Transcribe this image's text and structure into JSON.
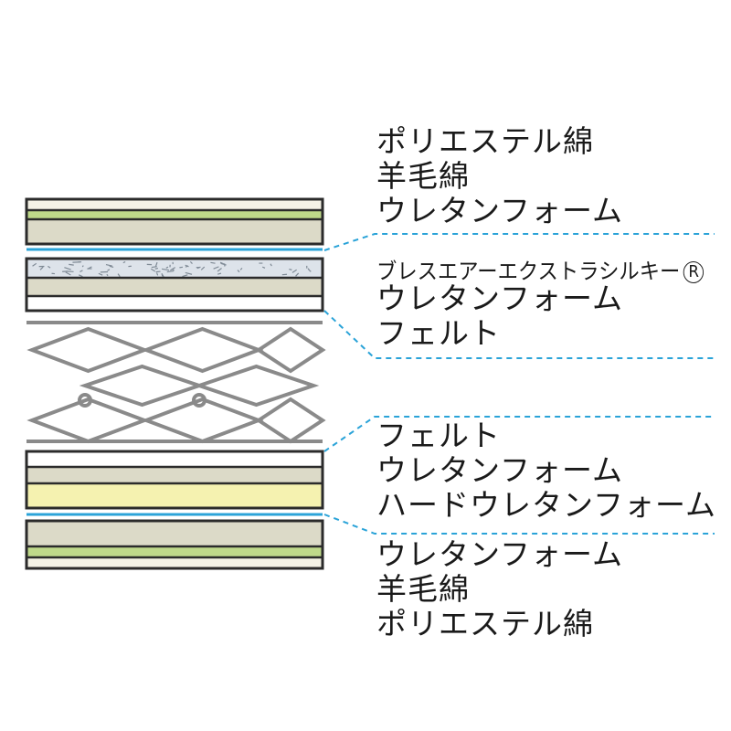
{
  "labels": {
    "top_polyester": "ポリエステル綿",
    "top_wool": "羊毛綿",
    "top_urethane": "ウレタンフォーム",
    "breath_air": "ブレスエアーエクストラシルキー",
    "breath_air_mark": "R",
    "upper_urethane": "ウレタンフォーム",
    "upper_felt": "フェルト",
    "lower_felt": "フェルト",
    "lower_urethane": "ウレタンフォーム",
    "hard_urethane": "ハードウレタンフォーム",
    "bottom_urethane": "ウレタンフォーム",
    "bottom_wool": "羊毛綿",
    "bottom_polyester": "ポリエステル綿"
  },
  "colors": {
    "outline": "#2b2b2b",
    "cream": "#f4f2e6",
    "beige": "#dcdac8",
    "green": "#bfd98a",
    "yellow": "#f5f2b0",
    "blue_line": "#2aa3d8",
    "air_fill": "#dde3ea",
    "spring": "#8a8a8a",
    "dashed": "#2aa3d8"
  }
}
